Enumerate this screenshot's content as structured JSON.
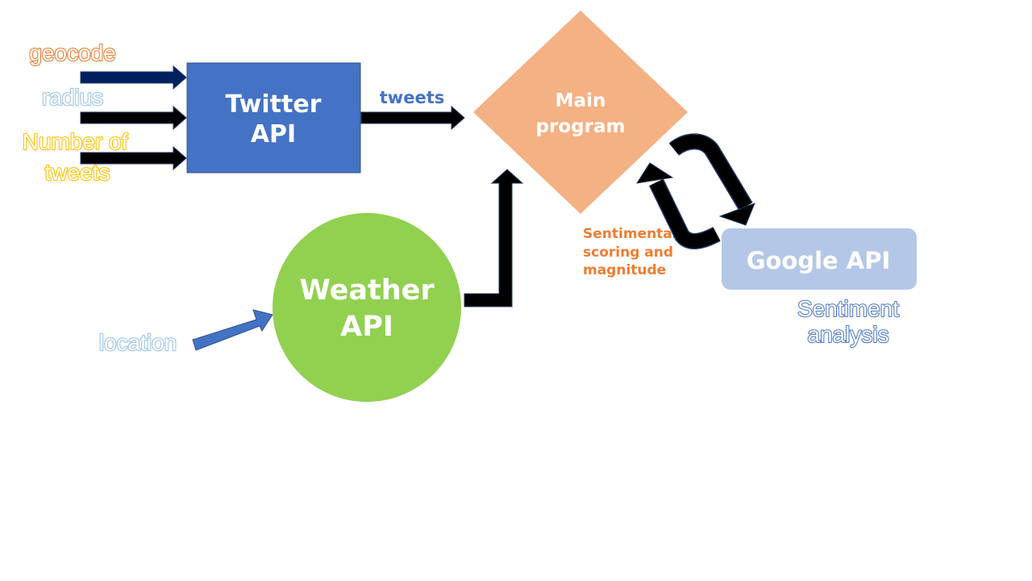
{
  "inputs": {
    "geocode": "geocode",
    "radius": "radius",
    "number_of_tweets_line1": "Number of",
    "number_of_tweets_line2": "tweets",
    "location": "location"
  },
  "nodes": {
    "twitter_line1": "Twitter",
    "twitter_line2": "API",
    "main_line1": "Main",
    "main_line2": "program",
    "weather_line1": "Weather",
    "weather_line2": "API",
    "google": "Google API"
  },
  "labels": {
    "tweets": "tweets",
    "sentimental_line1": "Sentimental",
    "sentimental_line2": "scoring and",
    "sentimental_line3": "magnitude",
    "sentiment_line1": "Sentiment",
    "sentiment_line2": "analysis"
  },
  "colors": {
    "orange": "#ED7D31",
    "light_blue": "#9DC3E6",
    "yellow": "#FFC000",
    "twitter_fill": "#4472C4",
    "main_fill": "#F4B183",
    "weather_fill": "#92D050",
    "google_fill": "#B4C7E7",
    "navy": "#002060",
    "dark_blue_text": "#4472C4"
  }
}
